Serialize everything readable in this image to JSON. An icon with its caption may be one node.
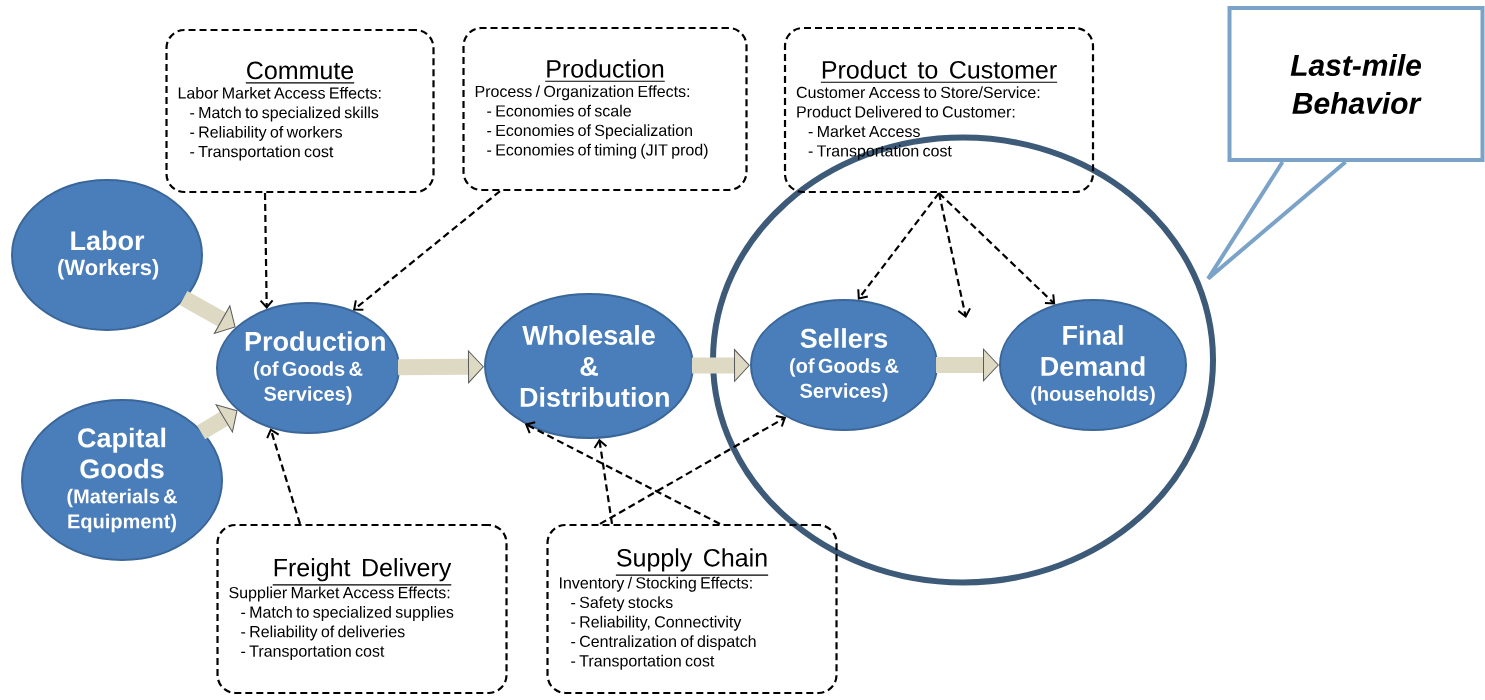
{
  "diagram": {
    "nodes": [
      {
        "text": [
          "Labor",
          "(Workers)"
        ]
      },
      {
        "text": [
          "Capital Goods",
          "(Materials & Equipment)"
        ]
      },
      {
        "text": [
          "Production",
          "(of Goods & Services)"
        ]
      },
      {
        "text": [
          "Wholesale & Distribution"
        ]
      },
      {
        "text": [],
        "shape": "circle"
      },
      {
        "text": [
          "Sellers",
          "(of Goods & Services)"
        ],
        "in": 4
      },
      {
        "text": [
          "Final Demand",
          "(households)"
        ],
        "in": 4
      },
      {
        "text": [
          "Commute",
          "Labor Market Access Effects:",
          "- Match to specialized skills",
          "- Reliability of workers",
          "- Transportation cost"
        ]
      },
      {
        "text": [
          "Production",
          "Process / Organization Effects:",
          "- Economies of scale",
          "- Economies of Specialization",
          "- Economies of timing (JIT prod)"
        ]
      },
      {
        "text": [
          "Product to Customer",
          "Customer Access to Store/Service:",
          "Product Delivered to Customer:",
          "- Market Access",
          "- Transportation cost"
        ]
      },
      {
        "text": [
          "Freight Delivery",
          "Supplier Market Access Effects:",
          "- Match to specialized supplies",
          "- Reliability of deliveries",
          "- Transportation cost"
        ]
      },
      {
        "text": [
          "Supply Chain",
          "Inventory / Stocking Effects:",
          "- Safety stocks",
          "- Reliability, Connectivity",
          "- Centralization of dispatch",
          "- Transportation cost"
        ]
      },
      {
        "text": [
          "Last-mile Behavior"
        ]
      }
    ],
    "edges": [
      {
        "from": 0,
        "to": 2,
        "arrow": "to",
        "style": "thick",
        "color": "#ddd9c3"
      },
      {
        "from": 1,
        "to": 2,
        "arrow": "to",
        "style": "thick",
        "color": "#ddd9c3"
      },
      {
        "from": 2,
        "to": 3,
        "arrow": "to",
        "style": "thick",
        "color": "#ddd9c3"
      },
      {
        "from": 3,
        "to": 5,
        "arrow": "to",
        "style": "thick",
        "color": "#ddd9c3"
      },
      {
        "from": 5,
        "to": 6,
        "arrow": "to",
        "style": "thick",
        "color": "#ddd9c3"
      },
      {
        "from": 7,
        "to": 2,
        "arrow": "to",
        "style": "dashed"
      },
      {
        "from": 8,
        "to": 2,
        "arrow": "to",
        "style": "dashed"
      },
      {
        "from": 9,
        "to": 5,
        "arrow": "to",
        "style": "dashed"
      },
      {
        "from": 9,
        "to": null,
        "arrow": "to",
        "style": "dashed"
      },
      {
        "from": 9,
        "to": 6,
        "arrow": "to",
        "style": "dashed"
      },
      {
        "from": 10,
        "to": 2,
        "arrow": "to",
        "style": "dashed"
      },
      {
        "from": 11,
        "to": 3,
        "arrow": "to",
        "style": "dashed"
      },
      {
        "from": 11,
        "to": 3,
        "arrow": "to",
        "style": "dashed"
      },
      {
        "from": 11,
        "to": 5,
        "arrow": "to",
        "style": "dashed"
      },
      {
        "from": 12,
        "to": 4,
        "arrow": "none",
        "color": "#7ba3c8"
      }
    ]
  }
}
